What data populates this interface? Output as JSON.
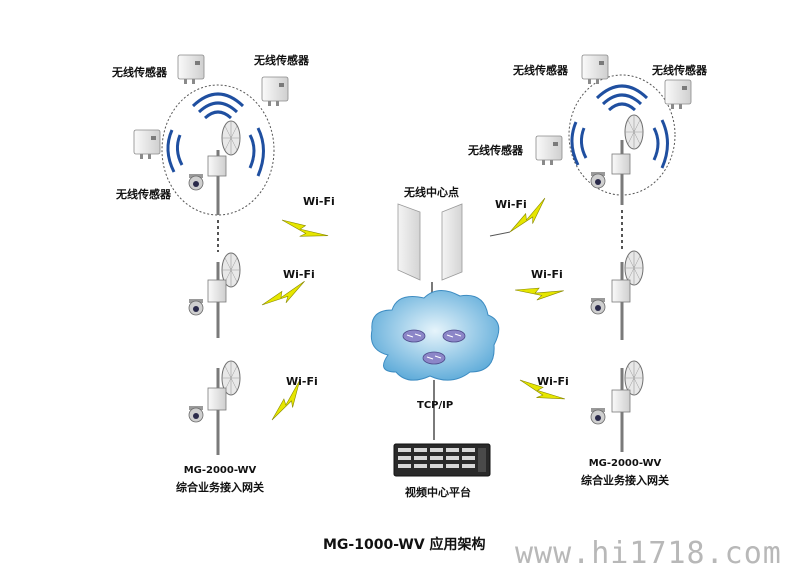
{
  "labels": {
    "sensor": "无线传感器",
    "wifi": "Wi-Fi",
    "center_node": "无线中心点",
    "protocol": "TCP/IP",
    "video_platform": "视频中心平台",
    "gateway_model": "MG-2000-WV",
    "gateway_name": "综合业务接入网关"
  },
  "title": "MG-1000-WV 应用架构",
  "watermark": "www.hi1718.com",
  "colors": {
    "cloud": "#5aa9d8",
    "router": "#8c86c8",
    "pole": "#7a7a7a",
    "wave": "#1f4fa0",
    "bolt": "#d8d800",
    "server": "#2a2a2a"
  }
}
